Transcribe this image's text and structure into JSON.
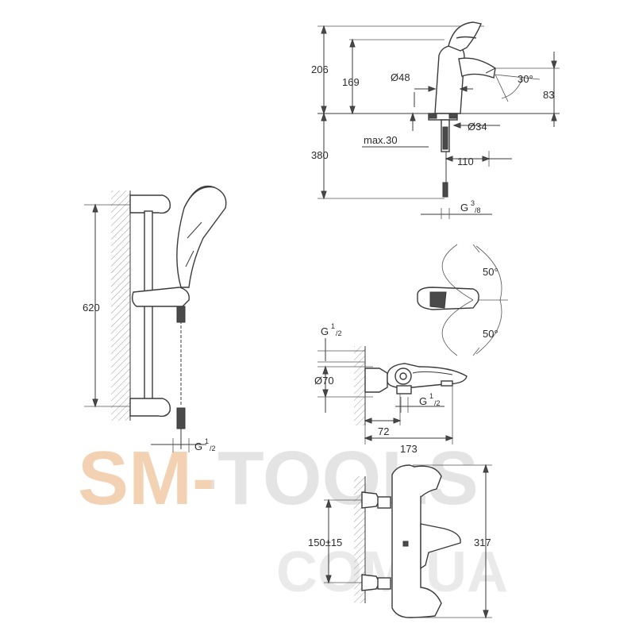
{
  "dimensions": {
    "d206": "206",
    "d169": "169",
    "d48": "Ø48",
    "d30deg": "30°",
    "d83": "83",
    "dmax30": "max.30",
    "d34": "Ø34",
    "d380": "380",
    "d110": "110",
    "g38_main": "G",
    "g38_num": "3",
    "g38_den": "/8",
    "d620": "620",
    "g12_shower_main": "G",
    "g12_shower_num": "1",
    "g12_shower_den": "/2",
    "d50deg_top": "50°",
    "d50deg_bottom": "50°",
    "g12_bath_main": "G",
    "g12_bath_num": "1",
    "g12_bath_den": "/2",
    "d70": "Ø70",
    "g12_spout_main": "G",
    "g12_spout_num": "1",
    "g12_spout_den": "/2",
    "d72": "72",
    "d173": "173",
    "d150": "150±15",
    "d317": "317"
  },
  "watermark": {
    "line1": "SM-TOOLS",
    "line2": "COM.UA",
    "color1_left": "#f3d2b3",
    "color1_right": "#e4e4e4",
    "color2": "#eaeaea"
  }
}
